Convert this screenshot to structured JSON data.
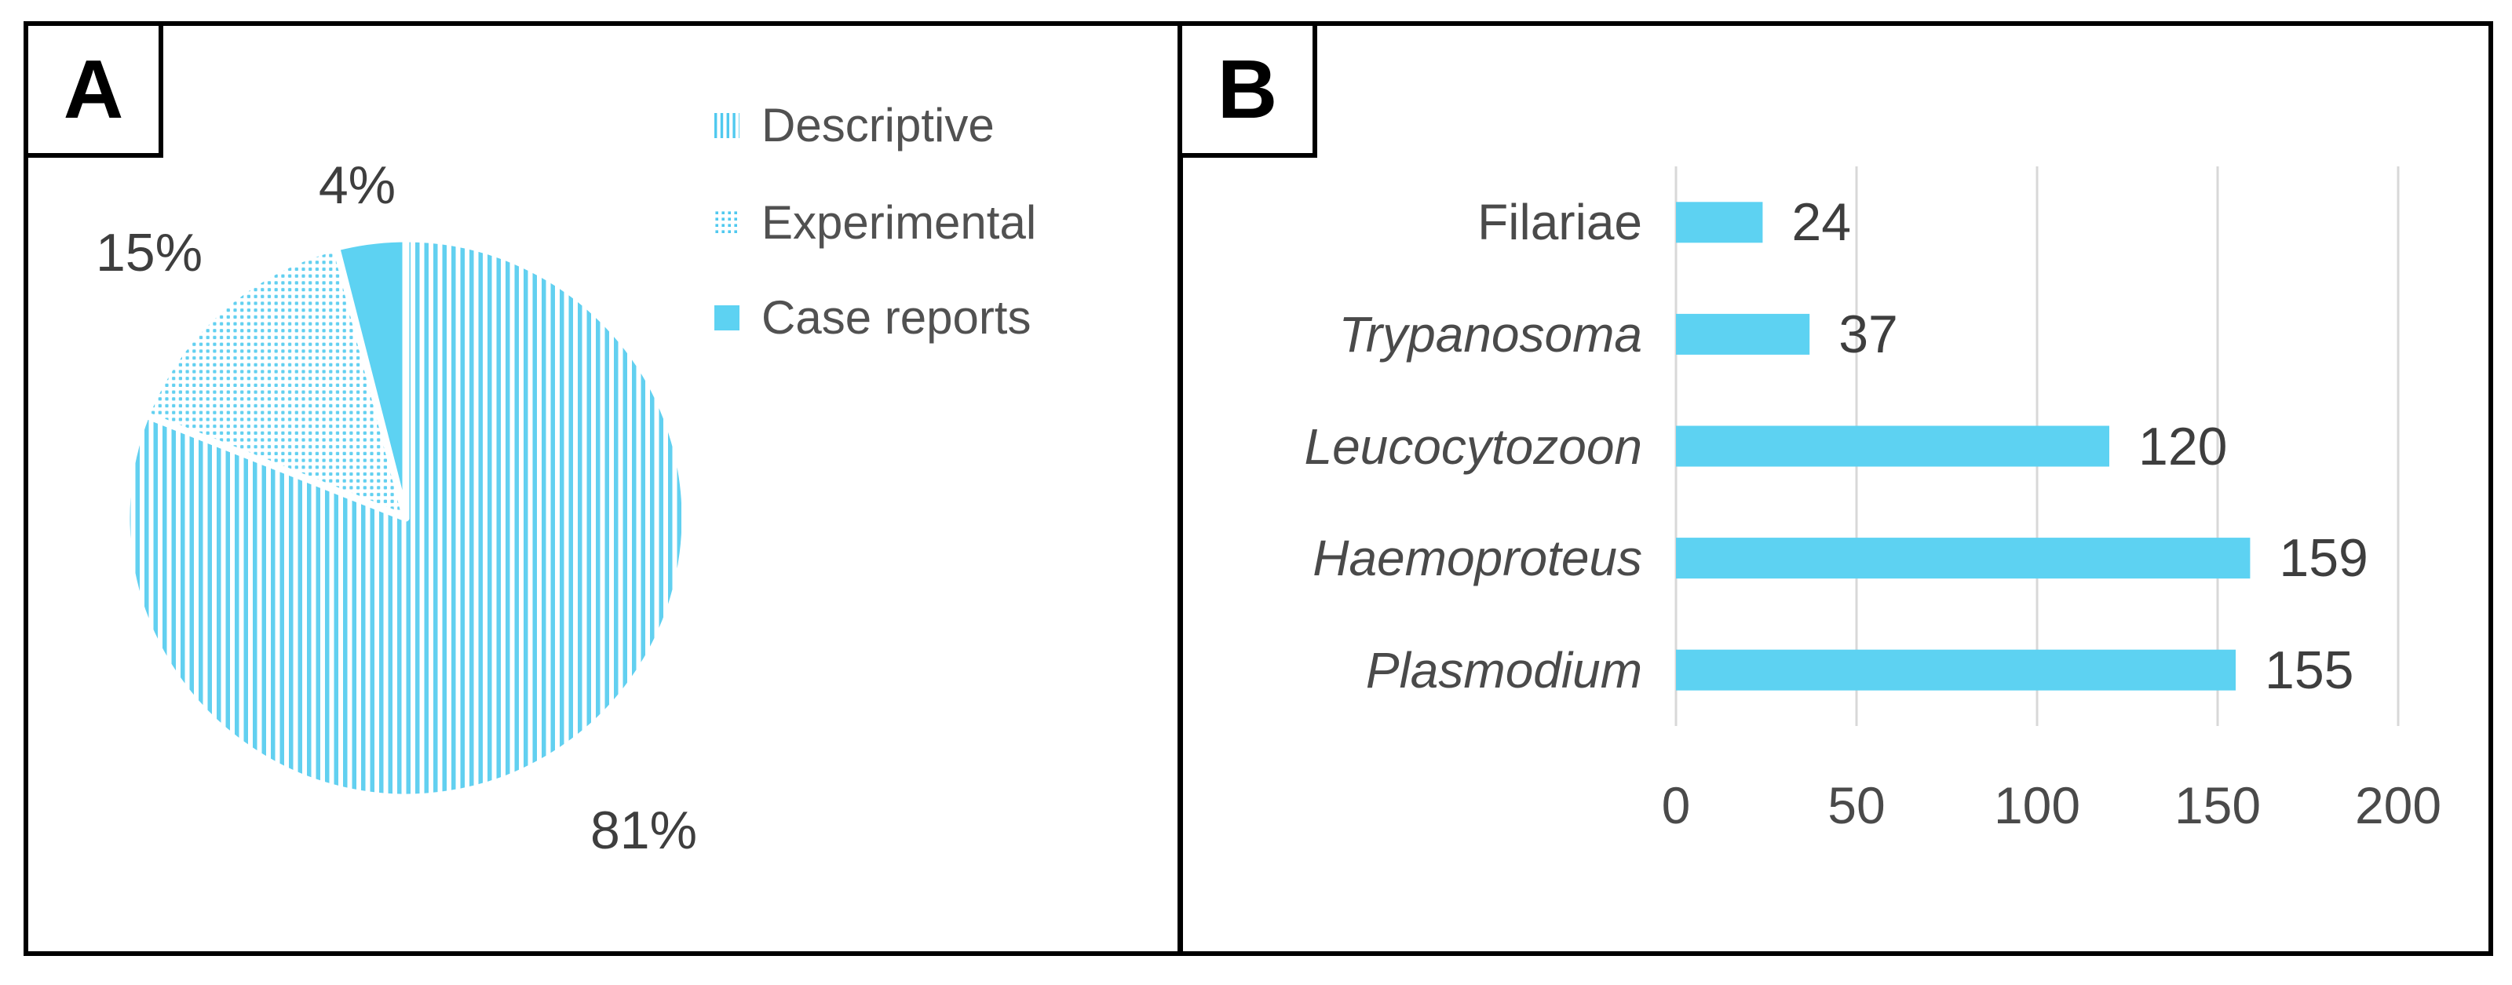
{
  "panels": {
    "a": {
      "label": "A"
    },
    "b": {
      "label": "B"
    }
  },
  "chart_data": [
    {
      "type": "pie",
      "panel": "A",
      "legend_position": "right",
      "direction": "clockwise",
      "start_angle_deg": 0,
      "slices": [
        {
          "label": "Descriptive",
          "value": 81,
          "data_label": "81%",
          "pattern": "vertical-stripes"
        },
        {
          "label": "Experimental",
          "value": 15,
          "data_label": "15%",
          "pattern": "dots"
        },
        {
          "label": "Case reports",
          "value": 4,
          "data_label": "4%",
          "pattern": "solid"
        }
      ]
    },
    {
      "type": "bar",
      "panel": "B",
      "orientation": "horizontal",
      "categories": [
        {
          "label": "Filariae",
          "italic": false,
          "value": 24,
          "data_label": "24"
        },
        {
          "label": "Trypanosoma",
          "italic": true,
          "value": 37,
          "data_label": "37"
        },
        {
          "label": "Leucocytozoon",
          "italic": true,
          "value": 120,
          "data_label": "120"
        },
        {
          "label": "Haemoproteus",
          "italic": true,
          "value": 159,
          "data_label": "159"
        },
        {
          "label": "Plasmodium",
          "italic": true,
          "value": 155,
          "data_label": "155"
        }
      ],
      "x_ticks": [
        "0",
        "50",
        "100",
        "150",
        "200"
      ],
      "xlim": [
        0,
        200
      ],
      "gridlines": true
    }
  ],
  "colors": {
    "accent_blue": "#5DD2F2",
    "pattern_blue": "#62D0F0",
    "legend_pattern_blue": "#50C9EF",
    "gridline": "#D8D8D8",
    "text_dark": "#3E3E3E",
    "text_gray": "#4A4A4A",
    "legend_text": "#515151",
    "border": "#000000"
  }
}
